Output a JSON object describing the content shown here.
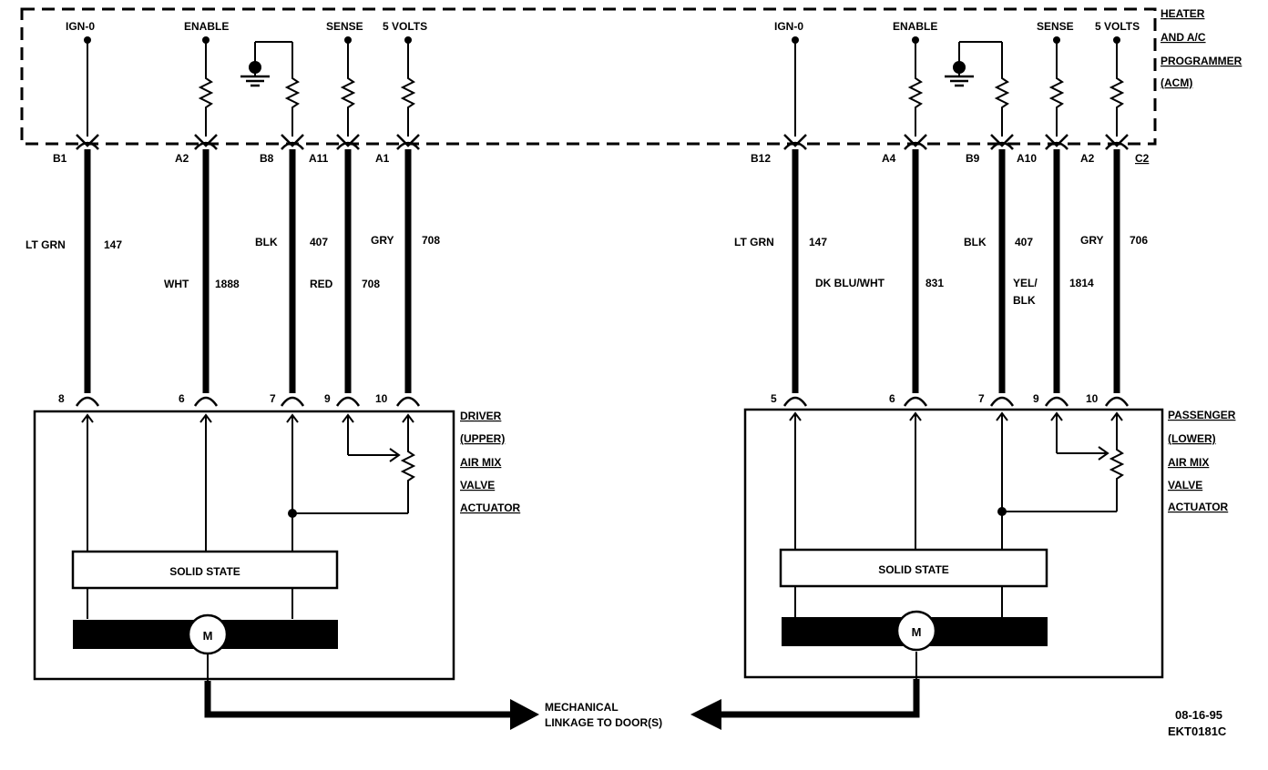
{
  "module": {
    "title_lines": [
      "HEATER",
      "AND A/C",
      "PROGRAMMER",
      "(ACM)"
    ],
    "left_signals": [
      "IGN-0",
      "ENABLE",
      "SENSE",
      "5 VOLTS"
    ],
    "right_signals": [
      "IGN-0",
      "ENABLE",
      "SENSE",
      "5 VOLTS"
    ]
  },
  "left": {
    "module_pins": [
      "B1",
      "A2",
      "B8",
      "A11",
      "A1"
    ],
    "wire_colors": [
      "LT GRN",
      "WHT",
      "BLK",
      "RED",
      "GRY"
    ],
    "circuit_numbers": [
      "147",
      "1888",
      "407",
      "708",
      "708"
    ],
    "actuator_pins": [
      "8",
      "6",
      "7",
      "9",
      "10"
    ],
    "actuator_title": [
      "DRIVER",
      "(UPPER)",
      "AIR MIX",
      "VALVE",
      "ACTUATOR"
    ],
    "solid_state": "SOLID STATE",
    "motor": "M"
  },
  "right": {
    "module_pins": [
      "B12",
      "A4",
      "B9",
      "A10",
      "A2",
      "C2"
    ],
    "wire_colors": [
      "LT GRN",
      "DK BLU/WHT",
      "BLK",
      "YEL/",
      "BLK",
      "GRY"
    ],
    "circuit_numbers": [
      "147",
      "831",
      "407",
      "1814",
      "706"
    ],
    "actuator_pins": [
      "5",
      "6",
      "7",
      "9",
      "10"
    ],
    "actuator_title": [
      "PASSENGER",
      "(LOWER)",
      "AIR MIX",
      "VALVE",
      "ACTUATOR"
    ],
    "solid_state": "SOLID STATE",
    "motor": "M"
  },
  "linkage": [
    "MECHANICAL",
    "LINKAGE TO DOOR(S)"
  ],
  "footer": {
    "date": "08-16-95",
    "code": "EKT0181C"
  }
}
